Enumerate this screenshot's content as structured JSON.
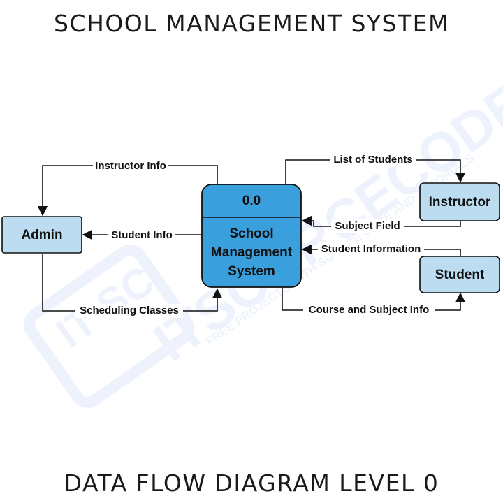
{
  "header": {
    "title": "SCHOOL MANAGEMENT SYSTEM"
  },
  "footer": {
    "text": "DATA FLOW DIAGRAM LEVEL 0"
  },
  "watermark": {
    "brand": "ITSOURCECODE",
    "tagline": "FREE PROJECTS WITH SOURCE CODE AND TUTORIALS",
    "logo": "IT SC"
  },
  "process": {
    "id": "0.0",
    "name_lines": [
      "School",
      "Management",
      "System"
    ]
  },
  "entities": {
    "admin": "Admin",
    "instructor": "Instructor",
    "student": "Student"
  },
  "flows": {
    "instructor_info": "Instructor Info",
    "student_info": "Student Info",
    "scheduling_classes": "Scheduling Classes",
    "list_of_students": "List of Students",
    "subject_field": "Subject Field",
    "student_information": "Student Information",
    "course_subject_info": "Course and Subject Info"
  },
  "colors": {
    "process_fill": "#3aa0dd",
    "entity_fill": "#bcdcf1",
    "stroke": "#111111",
    "watermark": "#2f6fe0"
  }
}
